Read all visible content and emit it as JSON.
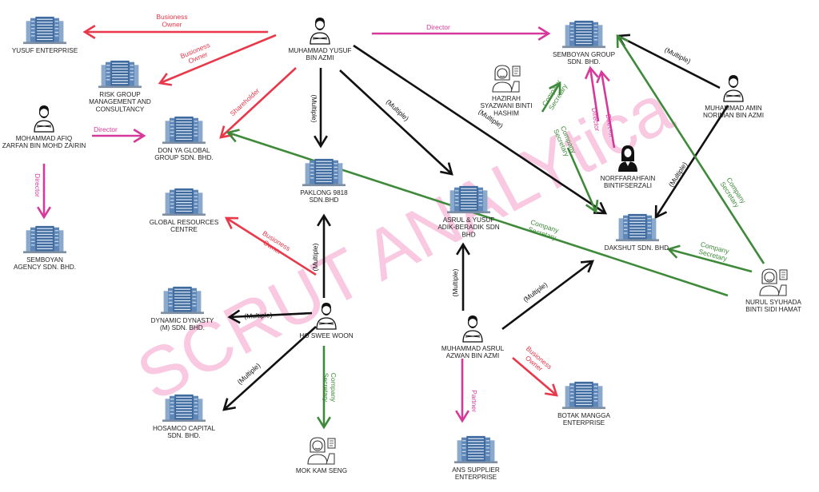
{
  "colors": {
    "black": "#111111",
    "red": "#e8384a",
    "pink": "#d6399a",
    "green": "#3f8a3a",
    "building": "#5f88b8",
    "watermark": "#f7b6d8"
  },
  "watermark": "SCRUT ANALYtica",
  "nodes": [
    {
      "id": "yusuf_ent",
      "type": "company",
      "label": [
        "YUSUF ENTERPRISE"
      ],
      "label_color": "#222222"
    },
    {
      "id": "risk",
      "type": "company",
      "label": [
        "RISK GROUP",
        "MANAGEMENT AND",
        "CONSULTANCY"
      ],
      "label_color": "#222222"
    },
    {
      "id": "myusuf",
      "type": "person",
      "label": [
        "MUHAMMAD YUSUF",
        "BIN AZMI"
      ],
      "label_color": "#222222"
    },
    {
      "id": "afiq",
      "type": "person",
      "label": [
        "MOHAMMAD AFIQ",
        "ZARFAN BIN MOHD ZAIRIN"
      ],
      "label_color": "#222222"
    },
    {
      "id": "donya",
      "type": "company",
      "label": [
        "DON YA GLOBAL",
        "GROUP SDN. BHD."
      ],
      "label_color": "#222222"
    },
    {
      "id": "paklong",
      "type": "company",
      "label": [
        "PAKLONG 9818",
        "SDN.BHD"
      ],
      "label_color": "#222222"
    },
    {
      "id": "asrul_yusuf",
      "type": "company",
      "label": [
        "ASRUL & YUSUF",
        "ADIK-BERADIK SDN",
        "BHD"
      ],
      "label_color": "#222222"
    },
    {
      "id": "sem_group",
      "type": "company",
      "label": [
        "SEMBOYAN GROUP",
        "SDN. BHD."
      ],
      "label_color": "#222222"
    },
    {
      "id": "hazirah",
      "type": "person_alt",
      "label": [
        "HAZIRAH",
        "SYAZWANI BINTI",
        "HASHIM"
      ],
      "label_color": "#3f8a3a"
    },
    {
      "id": "amin",
      "type": "person",
      "label": [
        "MUHAMMAD AMIN",
        "NORIMAN BIN AZMI"
      ],
      "label_color": "#222222"
    },
    {
      "id": "norf",
      "type": "person_f",
      "label": [
        "NORFFARAHFAIN",
        "BINTIFSERZALI"
      ],
      "label_color": "#222222"
    },
    {
      "id": "dakshut",
      "type": "company",
      "label": [
        "DAKSHUT SDN. BHD."
      ],
      "label_color": "#222222"
    },
    {
      "id": "sem_agency",
      "type": "company",
      "label": [
        "SEMBOYAN",
        "AGENCY SDN. BHD."
      ],
      "label_color": "#222222"
    },
    {
      "id": "global_res",
      "type": "company",
      "label": [
        "GLOBAL RESOURCES",
        "CENTRE"
      ],
      "label_color": "#222222"
    },
    {
      "id": "nurul",
      "type": "person_alt",
      "label": [
        "NURUL SYUHADA",
        "BINTI SIDI HAMAT"
      ],
      "label_color": "#3f8a3a"
    },
    {
      "id": "hoswee",
      "type": "person",
      "label": [
        "HO SWEE WOON"
      ],
      "label_color": "#222222"
    },
    {
      "id": "dynamic",
      "type": "company",
      "label": [
        "DYNAMIC DYNASTY",
        "(M) SDN. BHD."
      ],
      "label_color": "#222222"
    },
    {
      "id": "masrul",
      "type": "person",
      "label": [
        "MUHAMMAD ASRUL",
        "AZWAN BIN AZMI"
      ],
      "label_color": "#222222"
    },
    {
      "id": "botak",
      "type": "company",
      "label": [
        "BOTAK MANGGA",
        "ENTERPRISE"
      ],
      "label_color": "#222222"
    },
    {
      "id": "hosamco",
      "type": "company",
      "label": [
        "HOSAMCO CAPITAL",
        "SDN. BHD."
      ],
      "label_color": "#222222"
    },
    {
      "id": "mokkam",
      "type": "person_alt",
      "label": [
        "MOK KAM SENG"
      ],
      "label_color": "#222222"
    },
    {
      "id": "ans",
      "type": "company",
      "label": [
        "ANS SUPPLIER",
        "ENTERPRISE"
      ],
      "label_color": "#222222"
    }
  ],
  "edges": [
    {
      "id": "e1",
      "label": [
        "Busioness",
        "Owner"
      ],
      "color": "red"
    },
    {
      "id": "e2",
      "label": [
        "Busioness",
        "Owner"
      ],
      "color": "red"
    },
    {
      "id": "e3",
      "label": [
        "Shareholder"
      ],
      "color": "red"
    },
    {
      "id": "e4",
      "label": [
        "Director"
      ],
      "color": "pink"
    },
    {
      "id": "e5",
      "label": [
        "Director"
      ],
      "color": "pink"
    },
    {
      "id": "e6",
      "label": [
        "Director"
      ],
      "color": "pink"
    },
    {
      "id": "e7",
      "label": [
        "(Multiple)"
      ],
      "color": "black"
    },
    {
      "id": "e8",
      "label": [
        "(Multiple)"
      ],
      "color": "black"
    },
    {
      "id": "e9",
      "label": [
        "(Multiple)"
      ],
      "color": "black"
    },
    {
      "id": "e10",
      "label": [
        "(Multiple)"
      ],
      "color": "black"
    },
    {
      "id": "e11",
      "label": [
        "(Multiple)"
      ],
      "color": "black"
    },
    {
      "id": "e12",
      "label": [
        "Company",
        "Secretary"
      ],
      "color": "green"
    },
    {
      "id": "e13",
      "label": [
        "Company",
        "Secretary"
      ],
      "color": "green"
    },
    {
      "id": "e14",
      "label": [
        "Director"
      ],
      "color": "pink"
    },
    {
      "id": "e15",
      "label": [
        "Director"
      ],
      "color": "pink"
    },
    {
      "id": "e16",
      "label": [
        "Company",
        "Secretary"
      ],
      "color": "green"
    },
    {
      "id": "e17",
      "label": [
        "Company",
        "Secretary"
      ],
      "color": "green"
    },
    {
      "id": "e18",
      "label": [
        "Company",
        "Secretary"
      ],
      "color": "green"
    },
    {
      "id": "e19",
      "label": [
        "Busioness",
        "Owner"
      ],
      "color": "red"
    },
    {
      "id": "e20",
      "label": [
        "(Multiple)"
      ],
      "color": "black"
    },
    {
      "id": "e21",
      "label": [
        "(Multiple)"
      ],
      "color": "black"
    },
    {
      "id": "e22",
      "label": [
        "(Multiple)"
      ],
      "color": "black"
    },
    {
      "id": "e23",
      "label": [
        "(Multiple)"
      ],
      "color": "black"
    },
    {
      "id": "e24",
      "label": [
        "(Multiple)"
      ],
      "color": "black"
    },
    {
      "id": "e25",
      "label": [
        "Company",
        "Secretary"
      ],
      "color": "green"
    },
    {
      "id": "e26",
      "label": [
        "(Multiple)"
      ],
      "color": "black"
    },
    {
      "id": "e27",
      "label": [
        "Busioness",
        "Owner"
      ],
      "color": "red"
    },
    {
      "id": "e28",
      "label": [
        "Partner"
      ],
      "color": "pink"
    }
  ]
}
